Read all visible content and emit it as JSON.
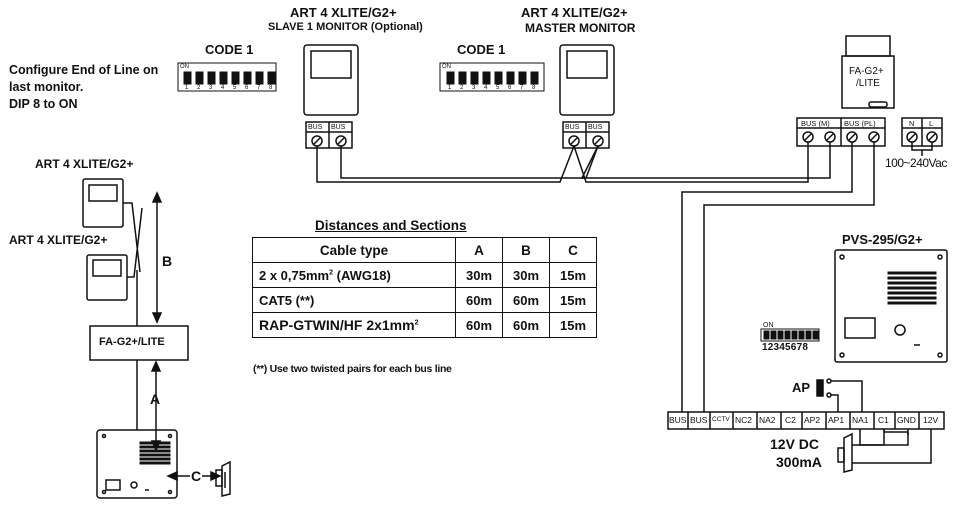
{
  "slave_monitor": {
    "model": "ART 4 XLITE/G2+",
    "role": "SLAVE 1 MONITOR (Optional)",
    "code_label": "CODE 1",
    "bus_left": "BUS",
    "bus_right": "BUS"
  },
  "master_monitor": {
    "model": "ART 4 XLITE/G2+",
    "role": "MASTER MONITOR",
    "code_label": "CODE 1",
    "bus_left": "BUS",
    "bus_right": "BUS"
  },
  "dip_switch": {
    "on_label": "ON",
    "numbers": [
      "1",
      "2",
      "3",
      "4",
      "5",
      "6",
      "7",
      "8"
    ]
  },
  "end_of_line_note": {
    "line1": "Configure End of Line on",
    "line2": "last monitor.",
    "line3": "DIP 8 to ON"
  },
  "power_supply": {
    "label_line1": "FA-G2+",
    "label_line2": "/LITE",
    "terminals": [
      "BUS (M)",
      "BUS (PL)",
      "N",
      "L"
    ],
    "voltage": "100~240Vac"
  },
  "side_schematic": {
    "monitor1": "ART 4 XLITE/G2+",
    "monitor2": "ART 4 XLITE/G2+",
    "power_supply": "FA-G2+/LITE",
    "label_a": "A",
    "label_b": "B",
    "label_c": "C"
  },
  "distances_table": {
    "title": "Distances and Sections",
    "headers": [
      "Cable type",
      "A",
      "B",
      "C"
    ],
    "rows": [
      {
        "type": "2 x 0,75mm",
        "sup": "2",
        "suffix": " (AWG18)",
        "a": "30m",
        "b": "30m",
        "c": "15m"
      },
      {
        "type": "CAT5 (**)",
        "sup": "",
        "suffix": "",
        "a": "60m",
        "b": "60m",
        "c": "15m"
      },
      {
        "type": "RAP-GTWIN/HF 2x1mm",
        "sup": "2",
        "suffix": "",
        "a": "60m",
        "b": "60m",
        "c": "15m"
      }
    ],
    "footnote": "(**) Use two twisted pairs for each bus line"
  },
  "door_panel": {
    "model": "PVS-295/G2+",
    "dip_on_label": "ON",
    "dip_numbers": "12345678",
    "ap_label": "AP",
    "terminals": [
      "BUS",
      "BUS",
      "CCTV",
      "NC2",
      "NA2",
      "C2",
      "AP2",
      "AP1",
      "NA1",
      "C1",
      "GND",
      "12V"
    ]
  },
  "lock_supply": {
    "line1": "12V DC",
    "line2": "300mA"
  }
}
